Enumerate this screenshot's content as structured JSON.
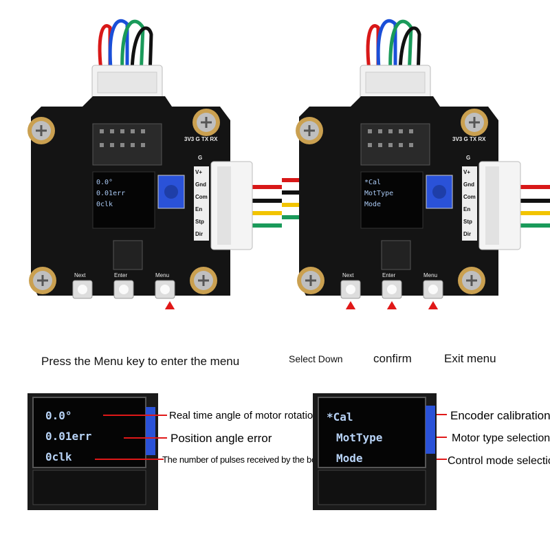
{
  "left_board": {
    "screen_lines": [
      "0.0°",
      "0.01err",
      "0clk"
    ],
    "buttons": [
      "Next",
      "Enter",
      "Menu"
    ]
  },
  "right_board": {
    "screen_lines": [
      "*Cal",
      "MotType",
      "Mode"
    ],
    "buttons": [
      "Next",
      "Enter",
      "Menu"
    ]
  },
  "pin_labels": [
    "V+",
    "Gnd",
    "Com",
    "En",
    "Stp",
    "Dir"
  ],
  "top_pin_labels": [
    "3V3",
    "G",
    "TX",
    "RX"
  ],
  "side_g_label": "G",
  "captions": {
    "left": "Press the Menu key to enter the menu",
    "select_down": "Select Down",
    "confirm": "confirm",
    "exit_menu": "Exit menu"
  },
  "closeups": {
    "left": {
      "lines": [
        "0.0°",
        "0.01err",
        "0clk"
      ],
      "annotations": [
        "Real time angle of motor rotation",
        "Position angle error",
        "The number of pulses received by the board"
      ]
    },
    "right": {
      "lines": [
        "*Cal",
        "MotType",
        "Mode"
      ],
      "annotations": [
        "Encoder calibration",
        "Motor type selection",
        "Control mode selection"
      ]
    }
  },
  "colors": {
    "pcb": "#141414",
    "oled_text": "#a9c8f2",
    "arrow": "#e01818",
    "pot": "#2a52d8",
    "wire_red": "#d81818",
    "wire_blue": "#1a4fd8",
    "wire_green": "#1a9a5a",
    "wire_black": "#111111",
    "wire_yellow": "#f2c400"
  }
}
